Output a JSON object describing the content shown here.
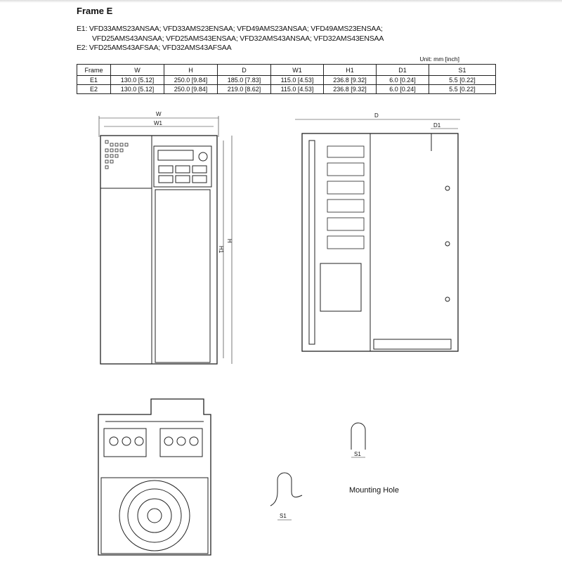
{
  "title": "Frame E",
  "models": {
    "e1_line1": "E1: VFD33AMS23ANSAA; VFD33AMS23ENSAA; VFD49AMS23ANSAA; VFD49AMS23ENSAA;",
    "e1_line2": "VFD25AMS43ANSAA; VFD25AMS43ENSAA; VFD32AMS43ANSAA; VFD32AMS43ENSAA",
    "e2_line": "E2: VFD25AMS43AFSAA; VFD32AMS43AFSAA"
  },
  "unit": "Unit: mm [inch]",
  "table": {
    "headers": [
      "Frame",
      "W",
      "H",
      "D",
      "W1",
      "H1",
      "D1",
      "S1"
    ],
    "rows": [
      [
        "E1",
        "130.0 [5.12]",
        "250.0 [9.84]",
        "185.0 [7.83]",
        "115.0 [4.53]",
        "236.8 [9.32]",
        "6.0 [0.24]",
        "5.5 [0.22]"
      ],
      [
        "E2",
        "130.0 [5.12]",
        "250.0 [9.84]",
        "219.0 [8.62]",
        "115.0 [4.53]",
        "236.8 [9.32]",
        "6.0 [0.24]",
        "5.5 [0.22]"
      ]
    ]
  },
  "drawing_labels": {
    "w": "W",
    "w1": "W1",
    "h": "H",
    "h1": "H1",
    "d": "D",
    "d1": "D1",
    "s1_a": "S1",
    "s1_b": "S1"
  },
  "mounting_hole": "Mounting Hole"
}
